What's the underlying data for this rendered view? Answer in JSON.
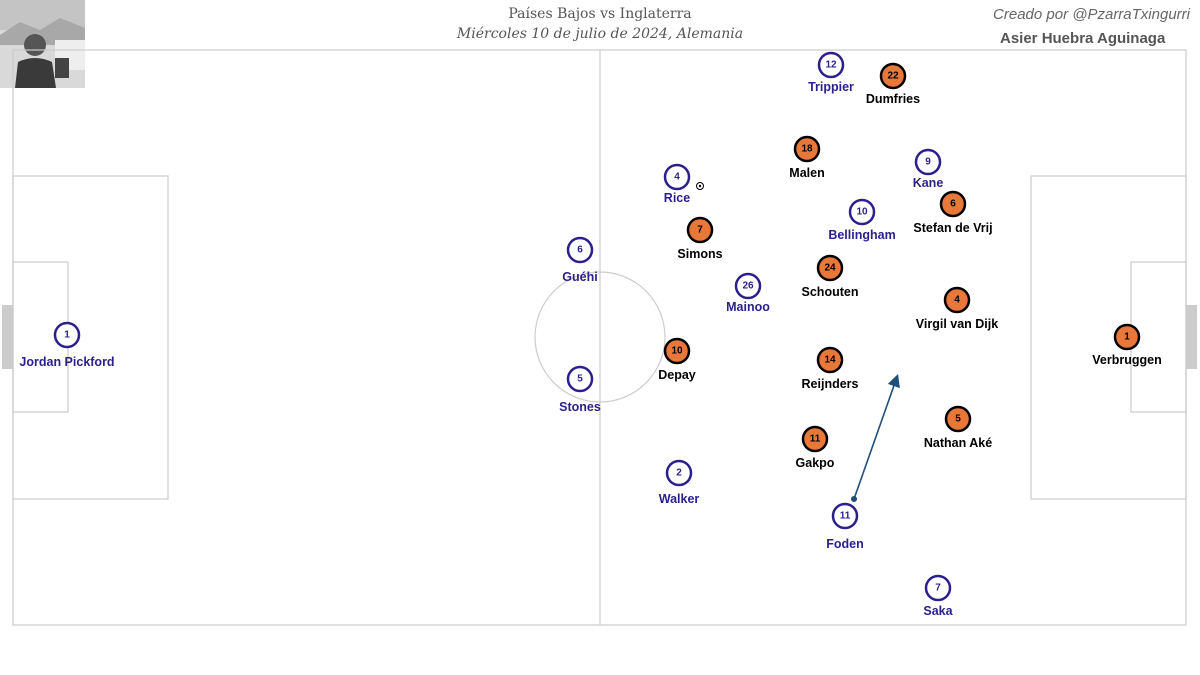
{
  "header": {
    "title": "Países Bajos vs Inglaterra",
    "subtitle": "Miércoles 10 de julio de 2024, Alemania",
    "credit": "Creado por @PzarraTxingurri",
    "author": "Asier Huebra Aguinaga"
  },
  "colors": {
    "england": "#2a1f8c",
    "netherlands_fill": "#e8783a",
    "netherlands_text": "#000000",
    "pitch_lines": "#cccccc",
    "arrow": "#1f4e79"
  },
  "england": [
    {
      "num": "1",
      "name": "Jordan Pickford"
    },
    {
      "num": "12",
      "name": "Trippier"
    },
    {
      "num": "4",
      "name": "Rice"
    },
    {
      "num": "9",
      "name": "Kane"
    },
    {
      "num": "10",
      "name": "Bellingham"
    },
    {
      "num": "6",
      "name": "Guéhi"
    },
    {
      "num": "26",
      "name": "Mainoo"
    },
    {
      "num": "5",
      "name": "Stones"
    },
    {
      "num": "2",
      "name": "Walker"
    },
    {
      "num": "11",
      "name": "Foden"
    },
    {
      "num": "7",
      "name": "Saka"
    }
  ],
  "netherlands": [
    {
      "num": "22",
      "name": "Dumfries"
    },
    {
      "num": "18",
      "name": "Malen"
    },
    {
      "num": "7",
      "name": "Simons"
    },
    {
      "num": "6",
      "name": "Stefan de Vrij"
    },
    {
      "num": "24",
      "name": "Schouten"
    },
    {
      "num": "4",
      "name": "Virgil van Dijk"
    },
    {
      "num": "10",
      "name": "Depay"
    },
    {
      "num": "14",
      "name": "Reijnders"
    },
    {
      "num": "1",
      "name": "Verbruggen"
    },
    {
      "num": "11",
      "name": "Gakpo"
    },
    {
      "num": "5",
      "name": "Nathan Aké"
    }
  ]
}
